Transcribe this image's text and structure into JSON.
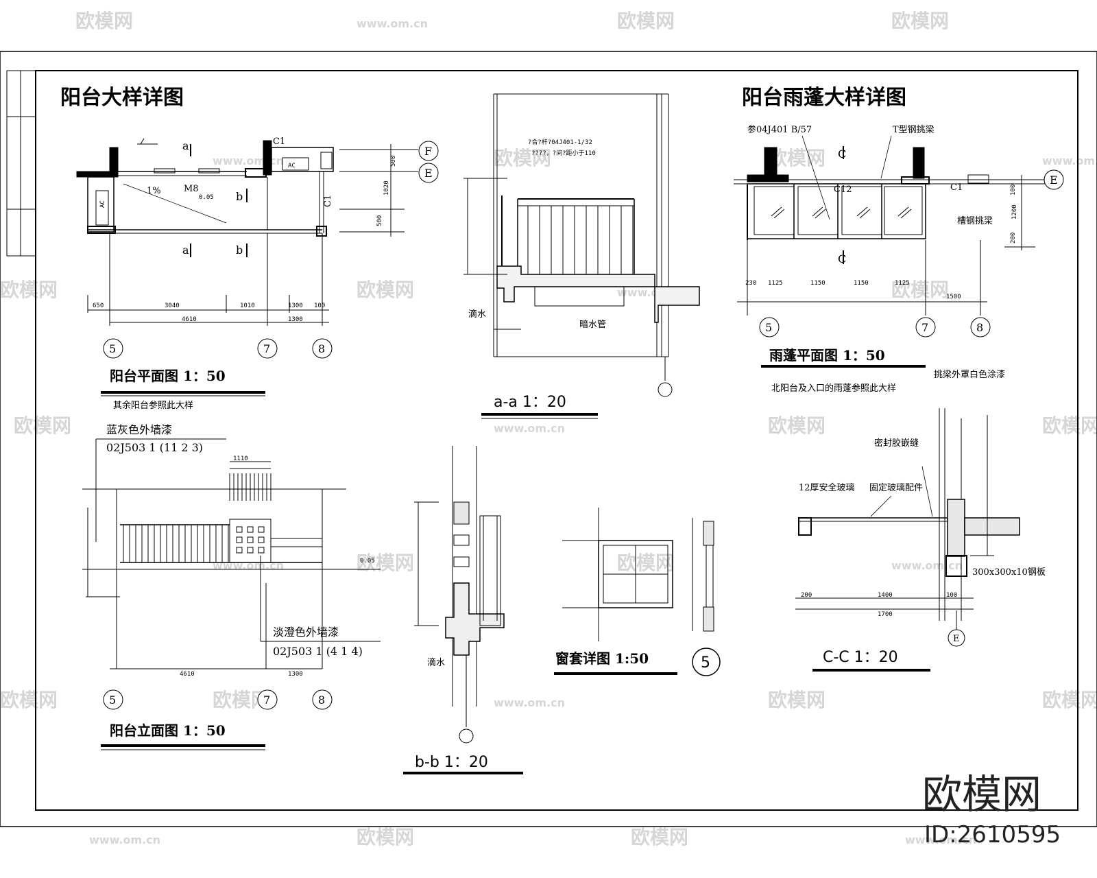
{
  "titles": {
    "balcony_detail": "阳台大样详图",
    "canopy_detail": "阳台雨蓬大样详图"
  },
  "views": {
    "plan": {
      "caption": "阳台平面图  1：50",
      "note": "其余阳台参照此大样"
    },
    "aa": {
      "caption": "a-a  1：20"
    },
    "canopy_plan": {
      "caption": "雨蓬平面图  1：50",
      "note1": "挑梁外罩白色涂漆",
      "note2": "北阳台及入口的雨蓬参照此大样"
    },
    "elevation": {
      "caption": "阳台立面图  1：50"
    },
    "bb": {
      "caption": "b-b  1：20"
    },
    "window": {
      "caption": "窗套详图 1:50",
      "tag": "5"
    },
    "cc": {
      "caption": "C-C  1：20"
    }
  },
  "annotations": {
    "paint_blue": "蓝灰色外墙漆",
    "paint_blue_ref": "02J503  1  (11 2 3)",
    "paint_orange": "淡澄色外墙漆",
    "paint_orange_ref": "02J503  1  (4 1 4)",
    "rail_ref1": "?合?杆?04J401-1/32",
    "rail_ref2": "????，?间?距小于110",
    "canopy_ref": "参04J401 B/57",
    "t_beam": "T型钢挑梁",
    "channel_beam": "槽钢挑梁",
    "cc_glass": "12厚安全玻璃",
    "cc_fix": "固定玻璃配件",
    "cc_seal": "密封胶嵌缝",
    "cc_plate": "300x300x10钢板",
    "drip": "滴水",
    "drain": "暗水管",
    "ac": "AC",
    "m8": "M8",
    "slope": "1%",
    "elev_000": "0.05",
    "c1": "C1",
    "c12": "C12"
  },
  "section_marks": [
    "a",
    "b",
    "C"
  ],
  "grid": {
    "five": "5",
    "seven": "7",
    "eight": "8",
    "e": "E",
    "f": "F"
  },
  "dims": {
    "plan_bottom": [
      "650",
      "3040",
      "1010",
      "1300",
      "100"
    ],
    "plan_total": [
      "4610",
      "1300"
    ],
    "plan_right": [
      "500",
      "1020",
      "500"
    ],
    "canopy_bottom": [
      "230",
      "1125",
      "1150",
      "1150",
      "1125",
      "1500"
    ],
    "canopy_right": [
      "100",
      "1200",
      "200"
    ],
    "cc_bottom": [
      "200",
      "1400",
      "100"
    ],
    "cc_total": "1700",
    "elev_total": [
      "4610",
      "1300"
    ],
    "elev_top": "1110"
  },
  "brand": {
    "name": "欧模网",
    "id": "ID:2610595"
  },
  "watermark": {
    "logo": "欧模网",
    "url": "www.om.cn"
  }
}
